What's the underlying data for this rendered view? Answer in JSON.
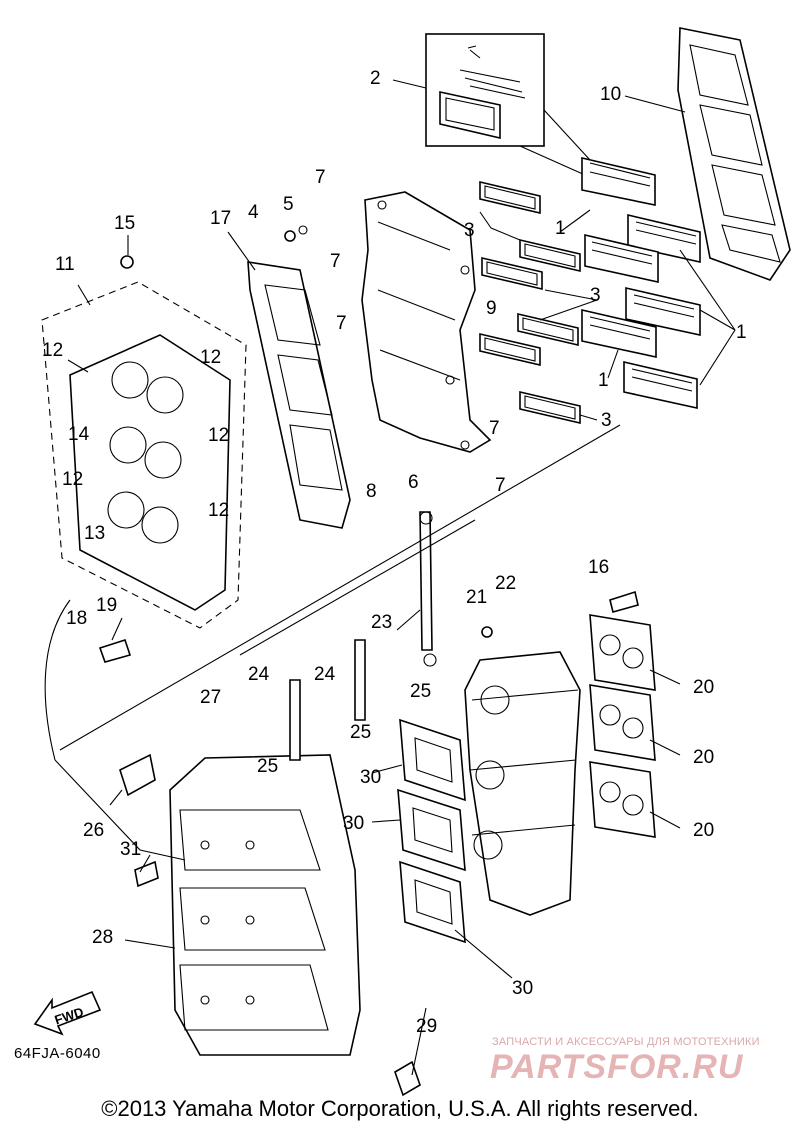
{
  "diagram": {
    "callouts": [
      "1",
      "2",
      "3",
      "4",
      "5",
      "6",
      "7",
      "8",
      "9",
      "10",
      "11",
      "12",
      "13",
      "14",
      "15",
      "16",
      "17",
      "18",
      "19",
      "20",
      "21",
      "22",
      "23",
      "24",
      "25",
      "26",
      "27",
      "28",
      "29",
      "30",
      "31"
    ],
    "arrow_label": "FWD",
    "diagram_code": "64FJA-6040",
    "copyright": "©2013 Yamaha Motor Corporation, U.S.A. All rights reserved."
  },
  "watermark": {
    "caption": "ЗАПЧАСТИ И АКСЕССУАРЫ ДЛЯ МОТОТЕХНИКИ",
    "logo": "PARTSFOR.RU"
  }
}
